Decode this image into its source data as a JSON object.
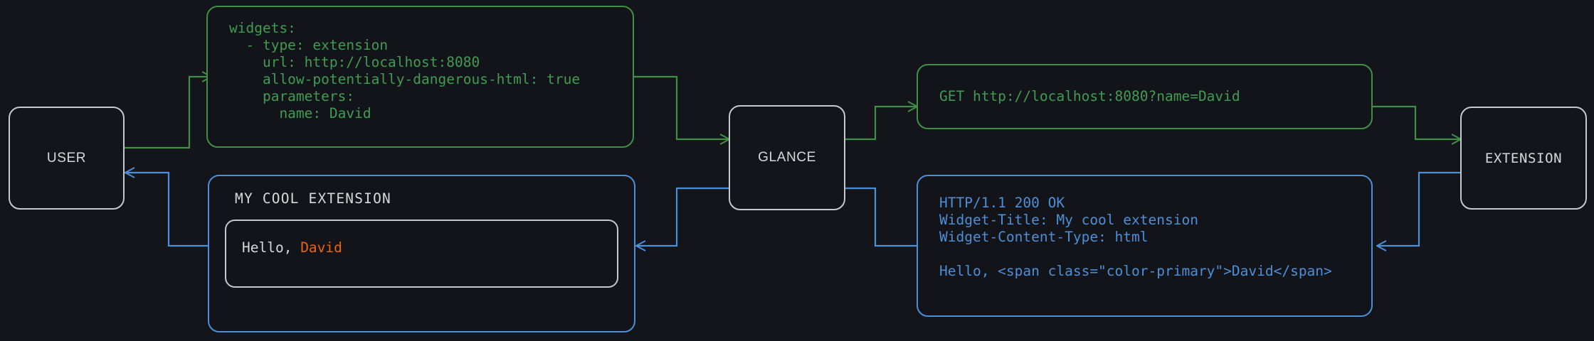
{
  "palette": {
    "background": "#14151a",
    "node_border": "#c6c8cc",
    "node_text": "#d6d8db",
    "request_green": "#3f9c52",
    "request_green_border": "#3f8f46",
    "response_blue": "#4a90d9",
    "accent_orange": "#e8670c"
  },
  "nodes": {
    "user": {
      "label": "USER"
    },
    "glance": {
      "label": "GLANCE"
    },
    "extension": {
      "label": "EXTENSION"
    }
  },
  "cards": {
    "config_yaml": {
      "lines": [
        "widgets:",
        "  - type: extension",
        "    url: http://localhost:8080",
        "    allow-potentially-dangerous-html: true",
        "    parameters:",
        "      name: David"
      ],
      "text": "widgets:\n  - type: extension\n    url: http://localhost:8080\n    allow-potentially-dangerous-html: true\n    parameters:\n      name: David"
    },
    "http_request": {
      "method": "GET",
      "url": "http://localhost:8080?name=David",
      "text": "GET http://localhost:8080?name=David"
    },
    "http_response": {
      "status_line": "HTTP/1.1 200 OK",
      "headers": [
        "Widget-Title: My cool extension",
        "Widget-Content-Type: html"
      ],
      "body": "Hello, <span class=\"color-primary\">David</span>",
      "text": "HTTP/1.1 200 OK\nWidget-Title: My cool extension\nWidget-Content-Type: html\n\nHello, <span class=\"color-primary\">David</span>"
    },
    "rendered_widget": {
      "title": "MY COOL EXTENSION",
      "body_prefix": "Hello, ",
      "body_accent": "David"
    }
  },
  "edges": [
    {
      "name": "user-to-config",
      "kind": "request",
      "color": "#3f8f46"
    },
    {
      "name": "config-to-glance",
      "kind": "request",
      "color": "#3f8f46"
    },
    {
      "name": "glance-to-http-request",
      "kind": "request",
      "color": "#3f8f46"
    },
    {
      "name": "http-request-to-extension",
      "kind": "request",
      "color": "#3f8f46"
    },
    {
      "name": "extension-to-http-response",
      "kind": "response",
      "color": "#4a90d9"
    },
    {
      "name": "http-response-to-glance",
      "kind": "response",
      "color": "#4a90d9"
    },
    {
      "name": "glance-to-rendered-widget",
      "kind": "response",
      "color": "#4a90d9"
    },
    {
      "name": "rendered-widget-to-user",
      "kind": "response",
      "color": "#4a90d9"
    }
  ]
}
